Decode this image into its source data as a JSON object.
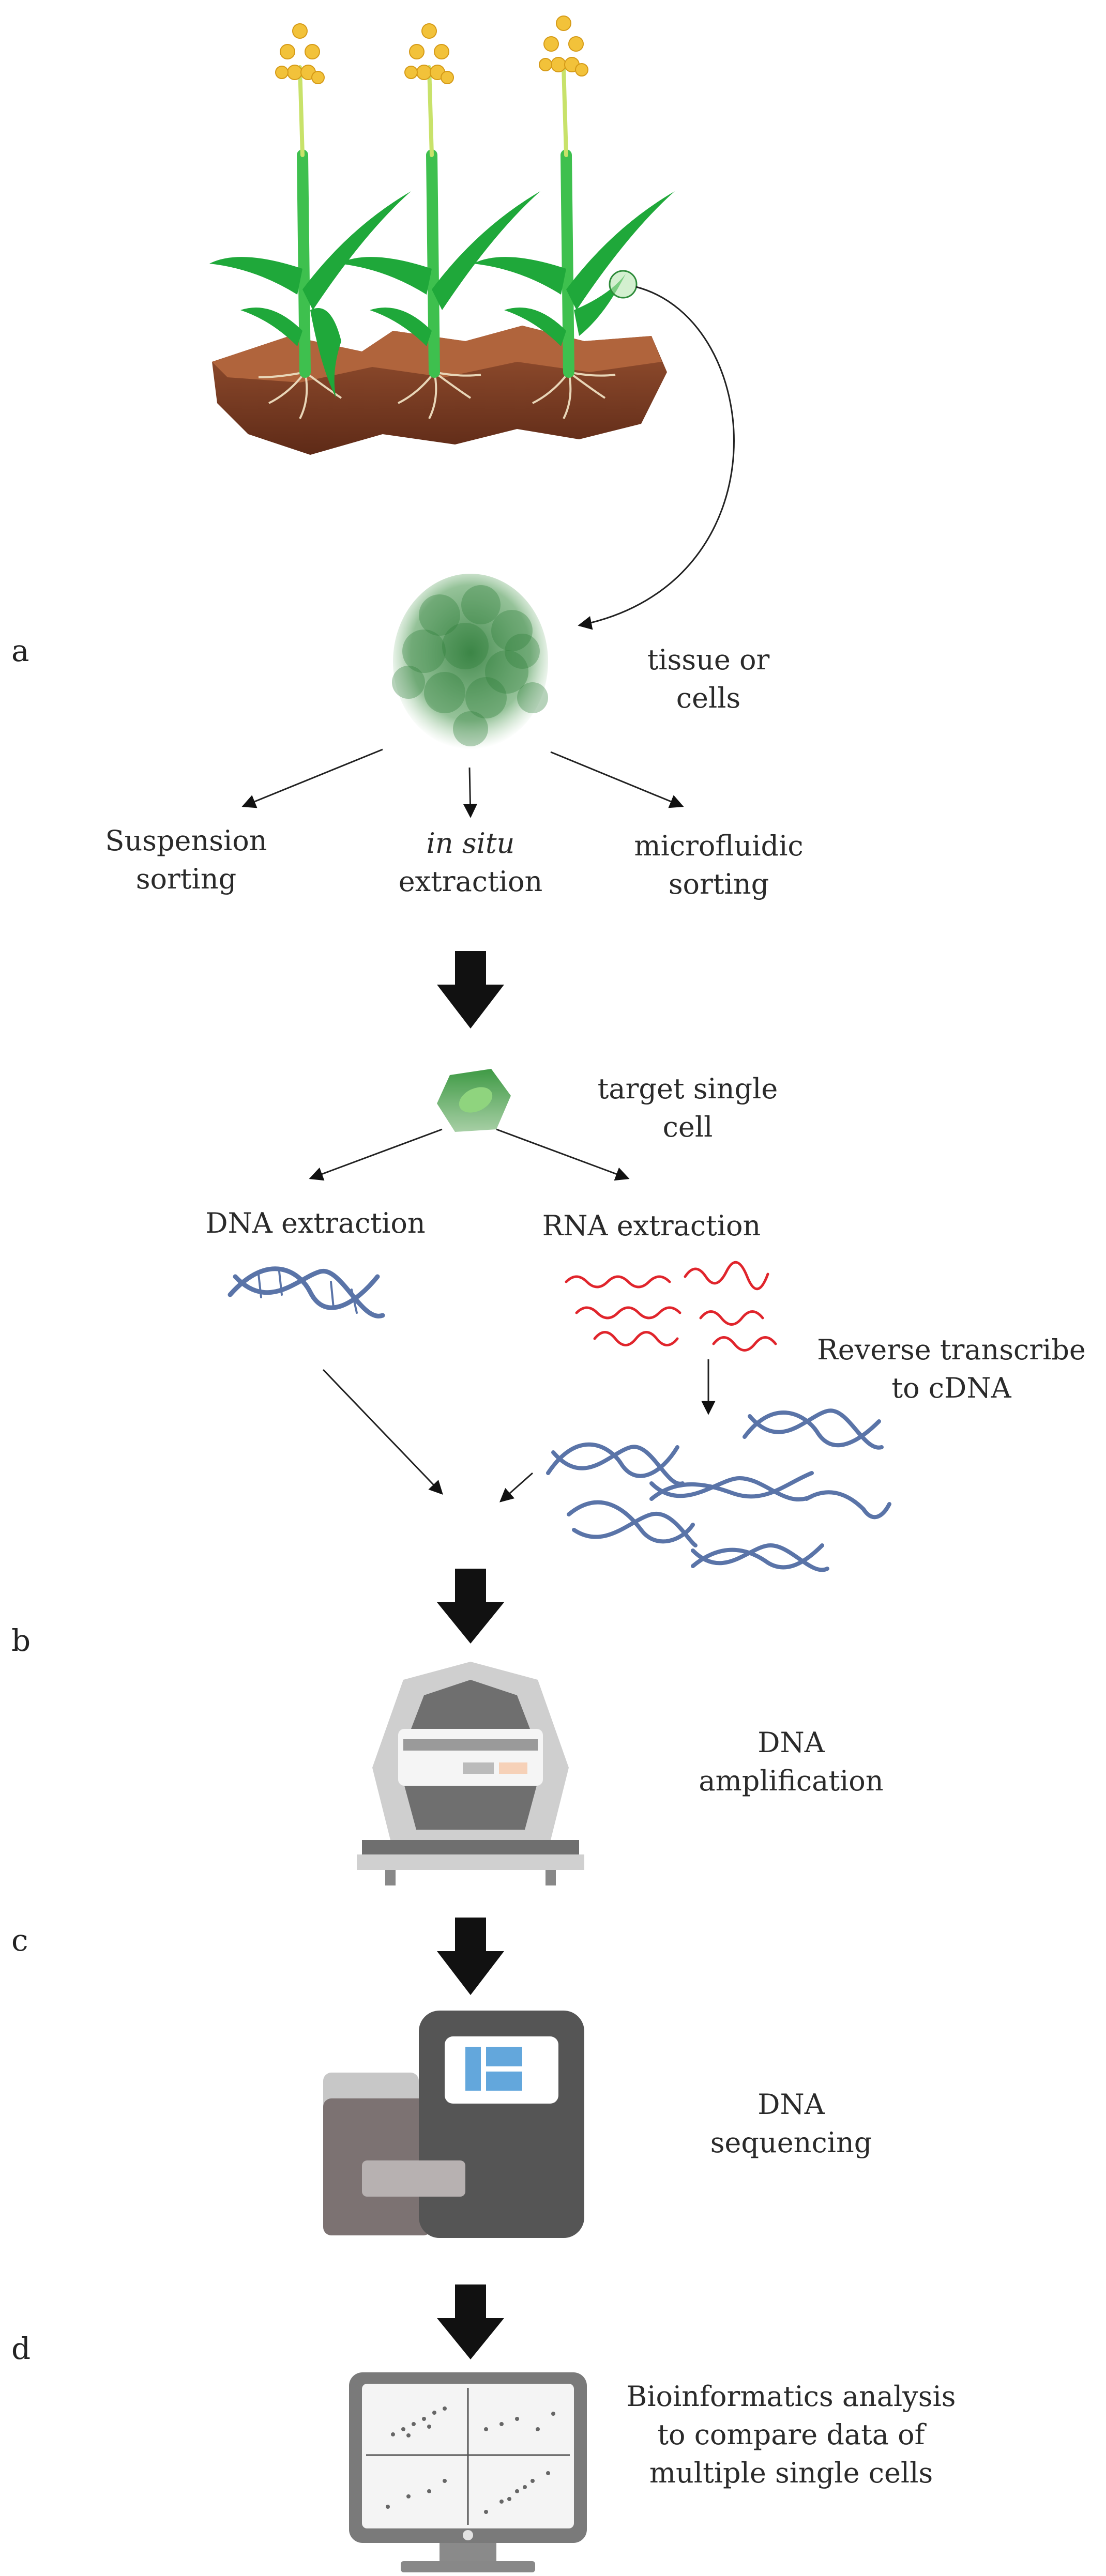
{
  "panels": [
    "a",
    "b",
    "c",
    "d"
  ],
  "labels": {
    "tissue": [
      "tissue or",
      "cells"
    ],
    "suspension": [
      "Suspension",
      "sorting"
    ],
    "insitu_italic": "in situ",
    "insitu_rest": "extraction",
    "microfluidic": [
      "microfluidic",
      "sorting"
    ],
    "target": [
      "target single",
      "cell"
    ],
    "dna_extraction": "DNA extraction",
    "rna_extraction": "RNA extraction",
    "reverse": [
      "Reverse transcribe",
      "to cDNA"
    ],
    "amplification": [
      "DNA",
      "amplification"
    ],
    "sequencing": [
      "DNA",
      "sequencing"
    ],
    "bioinformatics": [
      "Bioinformatics analysis",
      "to compare data of",
      "multiple single cells"
    ]
  },
  "colors": {
    "plant_green": "#1fa83a",
    "soil": "#7a3b22",
    "flower": "#f2c23a",
    "dna_blue": "#5a74a8",
    "rna_red": "#e0252c",
    "arrow": "#111111",
    "machine_gray": "#777777"
  },
  "icons": [
    "plant-icon",
    "tissue-cluster-icon",
    "single-cell-icon",
    "dna-helix-icon",
    "rna-strands-icon",
    "cdna-helix-icon",
    "pcr-machine-icon",
    "sequencer-icon",
    "computer-monitor-icon"
  ]
}
